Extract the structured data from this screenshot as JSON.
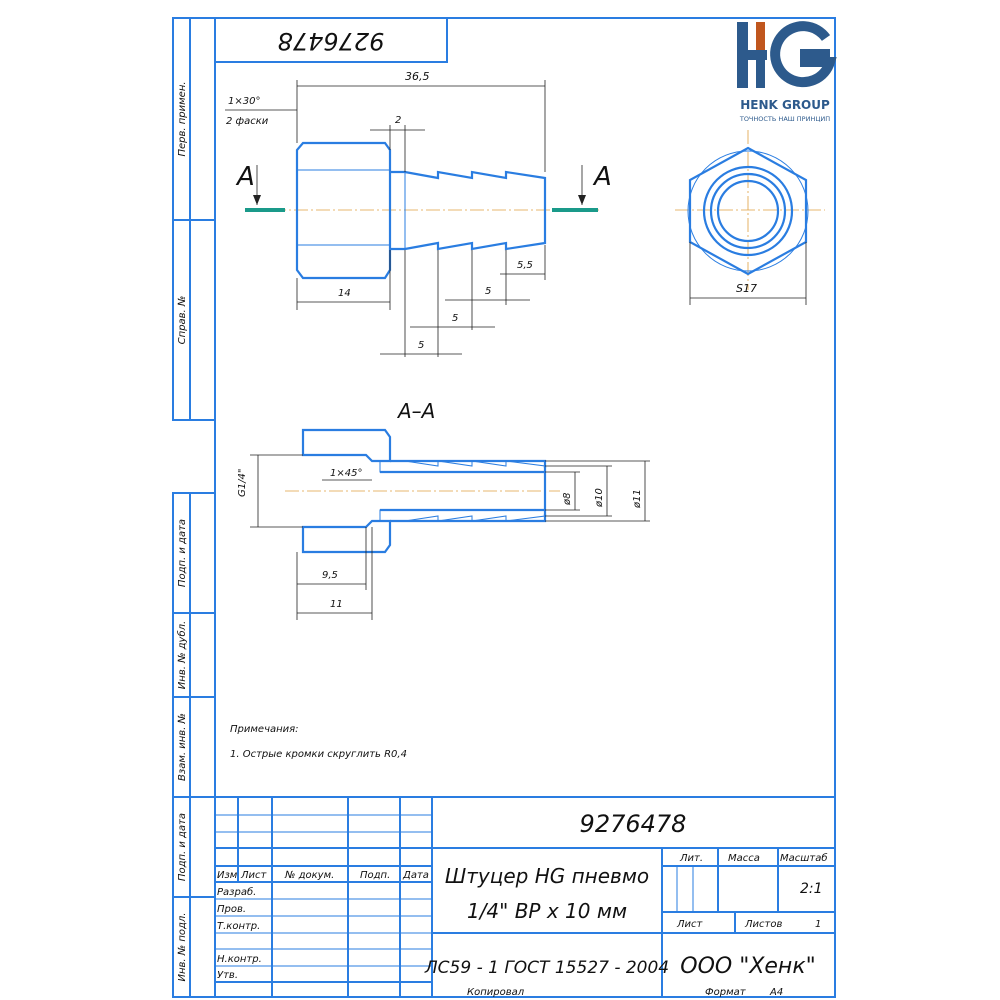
{
  "logo": {
    "mark": "HG",
    "name": "HENK GROUP",
    "slogan": "ТОЧНОСТЬ НАШ ПРИНЦИП",
    "colors": {
      "blue": "#2d5a8c",
      "orange": "#c0561e"
    }
  },
  "stamp_code": "9276478",
  "side_strip": [
    "Перв. примен.",
    "Справ. №",
    "Подп. и дата",
    "Инв. № дубл.",
    "Взам. инв. №",
    "Подп. и дата",
    "Инв. № подл."
  ],
  "front_view": {
    "overall": "36,5",
    "chamfer": "1×30°",
    "chamfer_note": "2 фаски",
    "groove": "2",
    "hex_len": "14",
    "step1": "5",
    "step2": "5",
    "step3": "5",
    "tip": "5,5",
    "section_mark_left": "A",
    "section_mark_right": "A"
  },
  "side_view": {
    "across_flats": "S17"
  },
  "section": {
    "title": "А–А",
    "thread": "G1/4\"",
    "chamfer": "1×45°",
    "d1": "ø8",
    "d2": "ø10",
    "d3": "ø11",
    "depth1": "9,5",
    "depth2": "11"
  },
  "notes": {
    "title": "Примечания:",
    "item1": "1. Острые кромки скруглить R0,4"
  },
  "title_block": {
    "doc_number": "9276478",
    "name_line1": "Штуцер HG пневмо",
    "name_line2": "1/4\" ВР х 10 мм",
    "material": "ЛС59 - 1 ГОСТ 15527 - 2004",
    "company": "ООО \"Хенк\"",
    "headers": {
      "izm": "Изм",
      "list": "Лист",
      "doc": "№ докум.",
      "sign": "Подп.",
      "date": "Дата"
    },
    "roles": [
      "Разраб.",
      "Пров.",
      "Т.контр.",
      "Н.контр.",
      "Утв."
    ],
    "lit": "Лит.",
    "mass": "Масса",
    "scale_label": "Масштаб",
    "scale": "2:1",
    "sheet": "Лист",
    "sheets_label": "Листов",
    "sheets": "1",
    "copied": "Копировал",
    "format_label": "Формат",
    "format": "A4"
  }
}
